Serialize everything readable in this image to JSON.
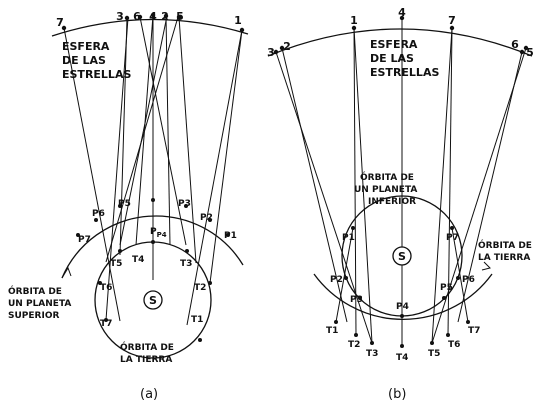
{
  "panel_a": {
    "caption": "(a)",
    "sphere_label": [
      "ESFERA",
      "DE LAS",
      "ESTRELLAS"
    ],
    "planet_orbit_label": [
      "ÓRBITA DE",
      "UN PLANETA",
      "SUPERIOR"
    ],
    "earth_orbit_label": [
      "ÓRBITA DE",
      "LA TIERRA"
    ],
    "sun_label": "S",
    "sky_numbers": [
      "7",
      "3",
      "6",
      "4",
      "2",
      "5",
      "1"
    ],
    "earth_points": [
      "T1",
      "T2",
      "T3",
      "T4",
      "T5",
      "T6",
      "T7"
    ],
    "planet_points": [
      "P1",
      "P2",
      "P3",
      "P4",
      "P5",
      "P6",
      "P7"
    ]
  },
  "panel_b": {
    "caption": "(b)",
    "sphere_label": [
      "ESFERA",
      "DE LAS",
      "ESTRELLAS"
    ],
    "planet_orbit_label": [
      "ÓRBITA DE",
      "UN PLANETA",
      "INFERIOR"
    ],
    "earth_orbit_label": [
      "ÓRBITA DE",
      "LA TIERRA"
    ],
    "sun_label": "S",
    "sky_numbers": [
      "3",
      "2",
      "1",
      "4",
      "7",
      "6",
      "5"
    ],
    "earth_points": [
      "T1",
      "T2",
      "T3",
      "T4",
      "T5",
      "T6",
      "T7"
    ],
    "planet_points": [
      "P1",
      "P2",
      "P3",
      "P4",
      "P5",
      "P6",
      "P7"
    ]
  }
}
